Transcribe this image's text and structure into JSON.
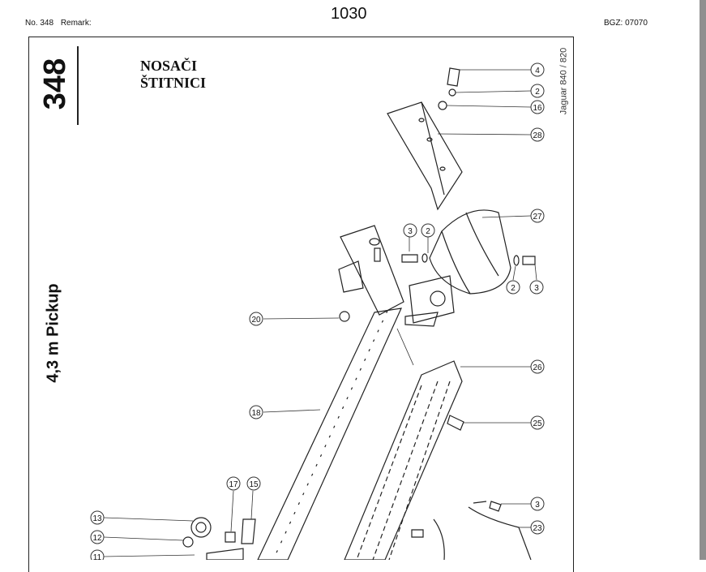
{
  "header": {
    "doc_no": "No. 348",
    "remark": "Remark:",
    "page_number": "1030",
    "bgz": "BGZ: 07070"
  },
  "sheet": {
    "number": "348",
    "title_line1": "NOSAČI",
    "title_line2": "ŠTITNICI",
    "side_label": "4,3 m Pickup",
    "model": "Jaguar 840 / 820"
  },
  "callouts": {
    "c4": "4",
    "c2a": "2",
    "c16": "16",
    "c28": "28",
    "c3a": "3",
    "c2b": "2",
    "c27": "27",
    "c2c": "2",
    "c3b": "3",
    "c20": "20",
    "c26": "26",
    "c18": "18",
    "c25": "25",
    "c17": "17",
    "c15": "15",
    "c13": "13",
    "c12": "12",
    "c11": "11",
    "c3c": "3",
    "c23": "23"
  }
}
